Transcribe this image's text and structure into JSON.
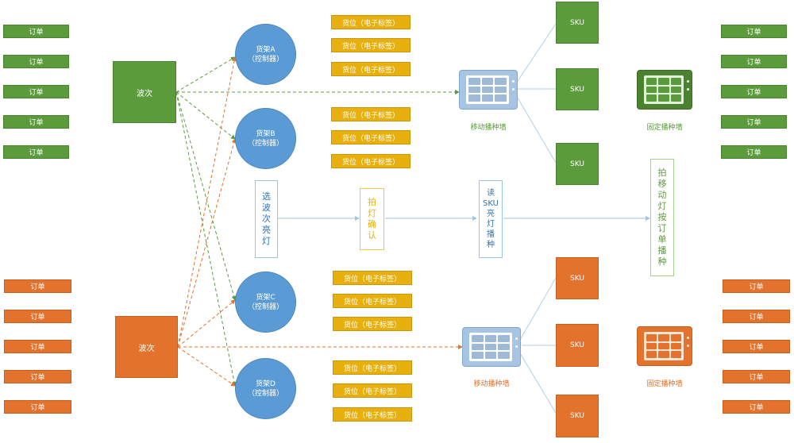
{
  "orders_left_green": [
    "订单",
    "订单",
    "订单",
    "订单",
    "订单"
  ],
  "orders_left_orange": [
    "订单",
    "订单",
    "订单",
    "订单",
    "订单"
  ],
  "orders_right_green": [
    "订单",
    "订单",
    "订单",
    "订单",
    "订单"
  ],
  "orders_right_orange": [
    "订单",
    "订单",
    "订单",
    "订单",
    "订单"
  ],
  "wave_green": "波次",
  "wave_orange": "波次",
  "shelves": [
    {
      "line1": "货架A",
      "line2": "（控制器）"
    },
    {
      "line1": "货架B",
      "line2": "（控制器）"
    },
    {
      "line1": "货架C",
      "line2": "（控制器）"
    },
    {
      "line1": "货架D",
      "line2": "（控制器）"
    }
  ],
  "slot_label": "货位（电子标签）",
  "sku_label": "SKU",
  "mobile_wall_label": "移动播种墙",
  "fixed_wall_label": "固定播种墙",
  "steps": {
    "select_wave": [
      "选",
      "波",
      "次",
      "亮",
      "灯"
    ],
    "pick_confirm": [
      "拍",
      "灯",
      "确",
      "认"
    ],
    "scan_sku": [
      "读",
      "SKU",
      "亮",
      "灯",
      "播",
      "种"
    ],
    "move_seed": [
      "拍",
      "移",
      "动",
      "灯",
      "按",
      "订",
      "单",
      "播",
      "种"
    ]
  },
  "colors": {
    "green": "#5b9b3c",
    "orange": "#e2722c",
    "blue": "#5b9bd5",
    "yellow": "#e8b00e"
  }
}
